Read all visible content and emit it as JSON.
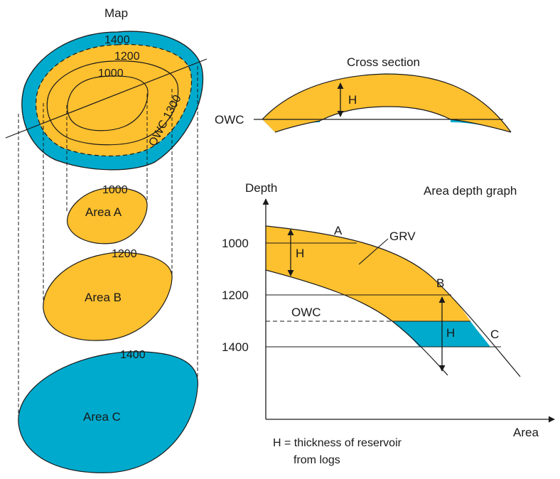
{
  "colors": {
    "oil": "#FDC02F",
    "water": "#00AACD",
    "line": "#1a1a1a"
  },
  "map": {
    "title": "Map",
    "contours": [
      "1400",
      "1200",
      "1000"
    ],
    "owc_label": "OWC 1300"
  },
  "areas": {
    "a": {
      "contour": "1000",
      "label": "Area A"
    },
    "b": {
      "contour": "1200",
      "label": "Area B"
    },
    "c": {
      "contour": "1400",
      "label": "Area C"
    }
  },
  "cross_section": {
    "title": "Cross section",
    "owc_label": "OWC",
    "h_label": "H"
  },
  "graph": {
    "title": "Area depth graph",
    "ylabel": "Depth",
    "xlabel": "Area",
    "ticks": [
      "1000",
      "1200",
      "1400"
    ],
    "owc_label": "OWC",
    "grv_label": "GRV",
    "points": [
      "A",
      "B",
      "C"
    ],
    "h_label": "H"
  },
  "note": {
    "line1": "H = thickness of reservoir",
    "line2": "from logs"
  }
}
